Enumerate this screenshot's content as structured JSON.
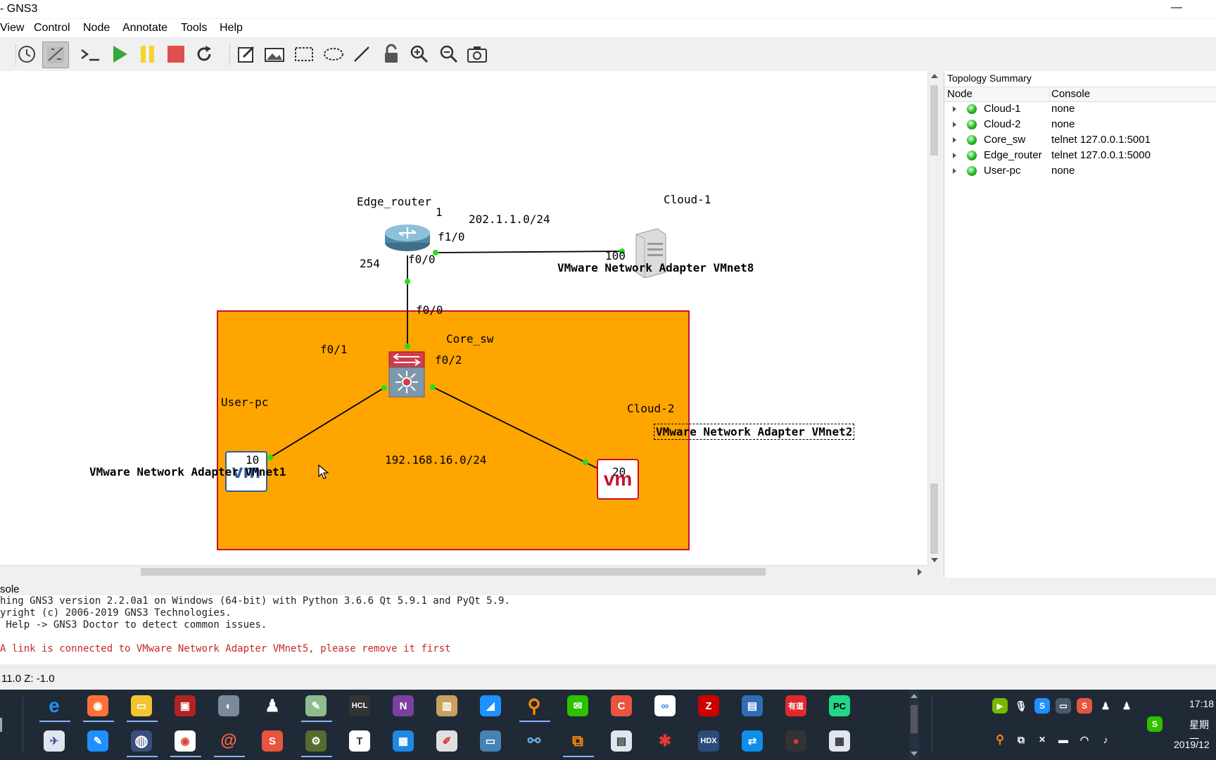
{
  "window": {
    "title": "- GNS3",
    "min_glyph": "—"
  },
  "menu": {
    "items": [
      "View",
      "Control",
      "Node",
      "Annotate",
      "Tools",
      "Help"
    ]
  },
  "topology_summary": {
    "title": "Topology Summary",
    "columns": [
      "Node",
      "Console"
    ],
    "rows": [
      {
        "name": "Cloud-1",
        "console": "none"
      },
      {
        "name": "Cloud-2",
        "console": "none"
      },
      {
        "name": "Core_sw",
        "console": "telnet 127.0.0.1:5001"
      },
      {
        "name": "Edge_router",
        "console": "telnet 127.0.0.1:5000"
      },
      {
        "name": "User-pc",
        "console": "none"
      }
    ]
  },
  "canvas": {
    "labels": {
      "edge_router": "Edge_router",
      "cloud1": "Cloud-1",
      "core_sw": "Core_sw",
      "user_pc": "User-pc",
      "cloud2": "Cloud-2",
      "net_wan": "202.1.1.0/24",
      "net_lan": "192.168.16.0/24",
      "router_if_wan": "f1/0",
      "router_if_lan": "f0/0",
      "sw_if_up": "f0/0",
      "sw_if_left": "f0/1",
      "sw_if_right": "f0/2",
      "host_1": "1",
      "host_100": "100",
      "host_254": "254",
      "host_10": "10",
      "host_20": "20",
      "vmnet8": "VMware Network Adapter VMnet8",
      "vmnet1": "VMware Network Adapter VMnet1",
      "vmnet2": "VMware Network Adapter VMnet2",
      "vm_text": "vm"
    },
    "zone_color": "#ffa500",
    "zone_border": "#c8102e"
  },
  "console": {
    "label": "sole",
    "lines": [
      "hing GNS3 version 2.2.0a1 on Windows (64-bit) with Python 3.6.6 Qt 5.9.1 and PyQt 5.9.",
      "yright (c) 2006-2019 GNS3 Technologies.",
      " Help -> GNS3 Doctor to detect common issues."
    ],
    "error": "A link is connected to VMware Network Adapter VMnet5, please remove it first"
  },
  "status": {
    "text": "11.0 Z: -1.0"
  },
  "taskbar": {
    "time": "17:18",
    "weekday": "星期一",
    "date": "2019/12"
  }
}
